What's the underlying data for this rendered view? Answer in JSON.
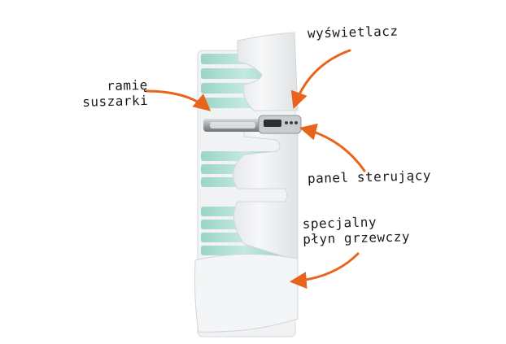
{
  "labels": {
    "display": "wyświetlacz",
    "dryer_arm": [
      "ramię",
      "suszarki"
    ],
    "control_panel": "panel sterujący",
    "heating_fluid": [
      "specjalny",
      "płyn grzewczy"
    ]
  },
  "colors": {
    "arrow": "#E8641C",
    "glass": "#A9DCD0",
    "panel": "#F2F3F4",
    "text": "#1A1A1A"
  }
}
